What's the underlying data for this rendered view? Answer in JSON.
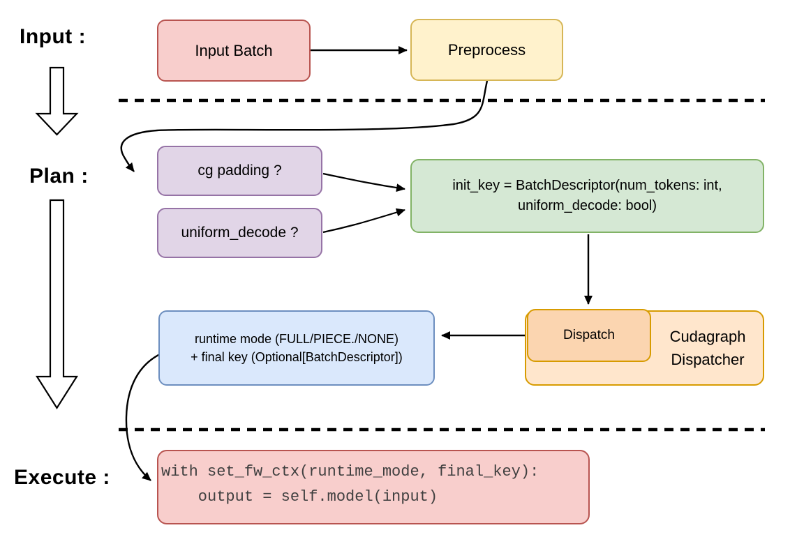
{
  "stage_labels": {
    "input": "Input :",
    "plan": "Plan :",
    "execute": "Execute :"
  },
  "nodes": {
    "input_batch": {
      "label": "Input Batch"
    },
    "preprocess": {
      "label": "Preprocess"
    },
    "cg_padding": {
      "label": "cg padding ?"
    },
    "uniform_decode": {
      "label": "uniform_decode ?"
    },
    "init_key": {
      "line1": "init_key = BatchDescriptor(num_tokens: int,",
      "line2": "uniform_decode: bool)"
    },
    "runtime_mode": {
      "line1": "runtime mode (FULL/PIECE./NONE)",
      "line2": "+ final key (Optional[BatchDescriptor])"
    },
    "dispatch": {
      "label": "Dispatch"
    },
    "cudagraph_dispatcher": {
      "label": "Cudagraph Dispatcher"
    },
    "execute_code": {
      "line1": "with set_fw_ctx(runtime_mode, final_key):",
      "line2": "    output = self.model(input)"
    }
  },
  "colors": {
    "red_fill": "#f8cecc",
    "red_stroke": "#b85450",
    "yellow_fill": "#fff2cc",
    "yellow_stroke": "#d6b656",
    "purple_fill": "#e1d5e7",
    "purple_stroke": "#9673a6",
    "green_fill": "#d5e8d4",
    "green_stroke": "#82b366",
    "orange_fill": "#ffe6cc",
    "orange_inner_fill": "#fbd5b0",
    "orange_stroke": "#d79b00",
    "blue_fill": "#dae8fc",
    "blue_stroke": "#6c8ebf",
    "arrow_color": "#000000",
    "code_text_color": "#3f3f3f"
  }
}
